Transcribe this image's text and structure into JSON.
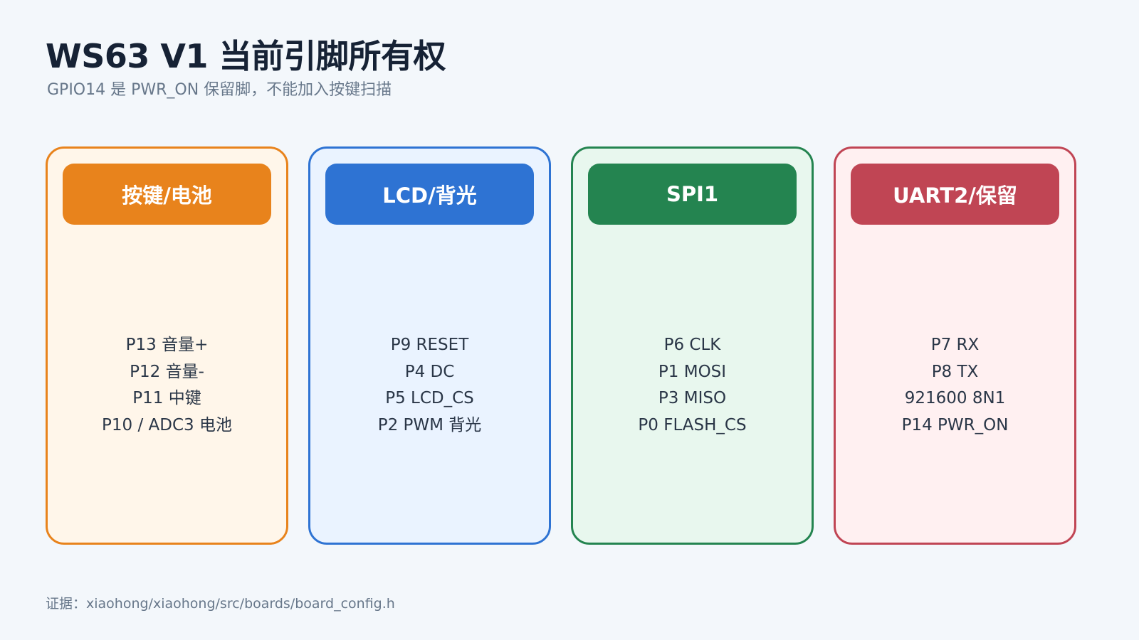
{
  "title": "WS63 V1 当前引脚所有权",
  "subtitle": "GPIO14 是 PWR_ON 保留脚，不能加入按键扫描",
  "cards": [
    {
      "header": "按键/电池",
      "lines": [
        "P13 音量+",
        "P12 音量-",
        "P11 中键",
        "P10 / ADC3 电池"
      ],
      "accent": "#e8831c",
      "background": "#fff6ea"
    },
    {
      "header": "LCD/背光",
      "lines": [
        "P9 RESET",
        "P4 DC",
        "P5 LCD_CS",
        "P2 PWM 背光"
      ],
      "accent": "#2e73d3",
      "background": "#eaf3ff"
    },
    {
      "header": "SPI1",
      "lines": [
        "P6 CLK",
        "P1 MOSI",
        "P3 MISO",
        "P0 FLASH_CS"
      ],
      "accent": "#248450",
      "background": "#e8f7ee"
    },
    {
      "header": "UART2/保留",
      "lines": [
        "P7 RX",
        "P8 TX",
        "921600 8N1",
        "P14 PWR_ON"
      ],
      "accent": "#c04554",
      "background": "#fff0f1"
    }
  ],
  "footnote": "证据：xiaohong/xiaohong/src/boards/board_config.h"
}
